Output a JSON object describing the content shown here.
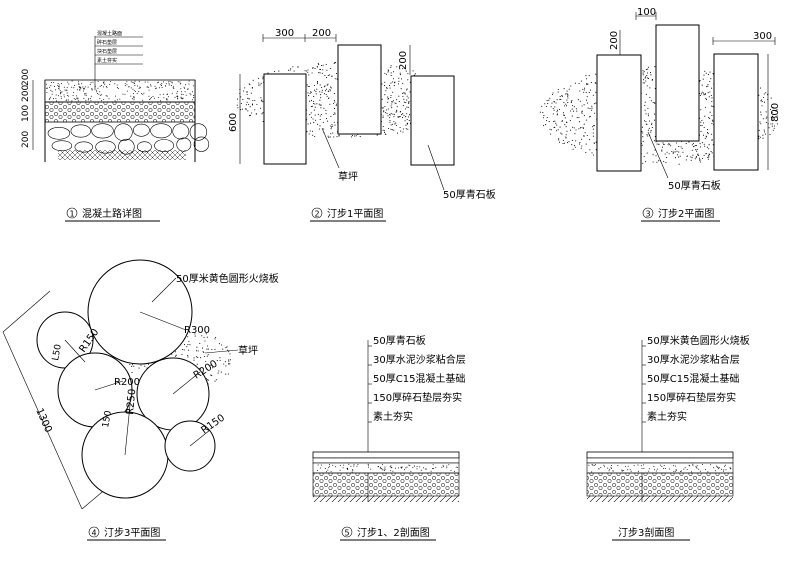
{
  "details": [
    {
      "id": "concrete-path",
      "number": "1",
      "title": "混凝土路详图",
      "layers": [
        "混凝土路面",
        "碎石垫层",
        "块石垫层",
        "素土夯实"
      ],
      "dims": [
        "200",
        "100",
        "200",
        "200"
      ]
    },
    {
      "id": "stepping-1-plan",
      "number": "2",
      "title": "汀步1平面图",
      "dims": [
        "300",
        "200",
        "200",
        "600"
      ],
      "labels": {
        "grass": "草坪",
        "slab": "50厚青石板"
      }
    },
    {
      "id": "stepping-2-plan",
      "number": "3",
      "title": "汀步2平面图",
      "dims": [
        "100",
        "200",
        "300",
        "800"
      ],
      "labels": {
        "slab": "50厚青石板"
      }
    },
    {
      "id": "stepping-3-plan",
      "number": "4",
      "title": "汀步3平面图",
      "dims": [
        "1300",
        "R300",
        "R150",
        "R200",
        "R200",
        "R250",
        "R150",
        "L50",
        "150"
      ],
      "labels": {
        "slab": "50厚米黄色圆形火烧板",
        "grass": "草坪"
      }
    },
    {
      "id": "stepping-12-section",
      "number": "5",
      "title": "汀步1、2剖面图",
      "layers": [
        "50厚青石板",
        "30厚水泥沙浆粘合层",
        "50厚C15混凝土基础",
        "150厚碎石垫层夯实",
        "素土夯实"
      ]
    },
    {
      "id": "stepping-3-section",
      "number": "",
      "title": "汀步3剖面图",
      "layers": [
        "50厚米黄色圆形火烧板",
        "30厚水泥沙浆粘合层",
        "50厚C15混凝土基础",
        "150厚碎石垫层夯实",
        "素土夯实"
      ]
    }
  ]
}
